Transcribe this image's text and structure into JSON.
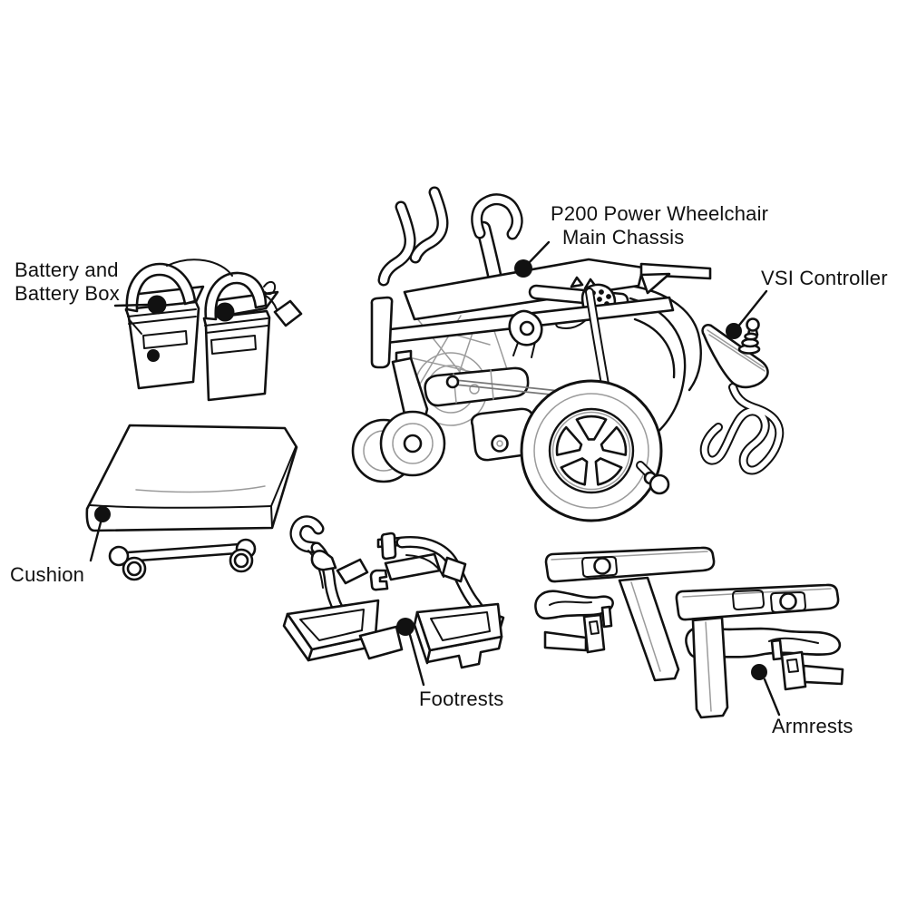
{
  "diagram": {
    "background_color": "#ffffff",
    "line_color": "#111111",
    "callout_dot_color": "#111111",
    "parts": [
      "Battery and Battery Box",
      "P200 Power Wheelchair Main Chassis",
      "VSI Controller",
      "Cushion",
      "Footrests",
      "Armrests"
    ],
    "labels": {
      "battery": {
        "line1": "Battery and",
        "line2": "Battery Box"
      },
      "chassis": {
        "line1": "P200 Power Wheelchair",
        "line2": "Main Chassis"
      },
      "vsi": {
        "text": "VSI Controller"
      },
      "cushion": {
        "text": "Cushion"
      },
      "footrests": {
        "text": "Footrests"
      },
      "armrests": {
        "text": "Armrests"
      }
    }
  }
}
